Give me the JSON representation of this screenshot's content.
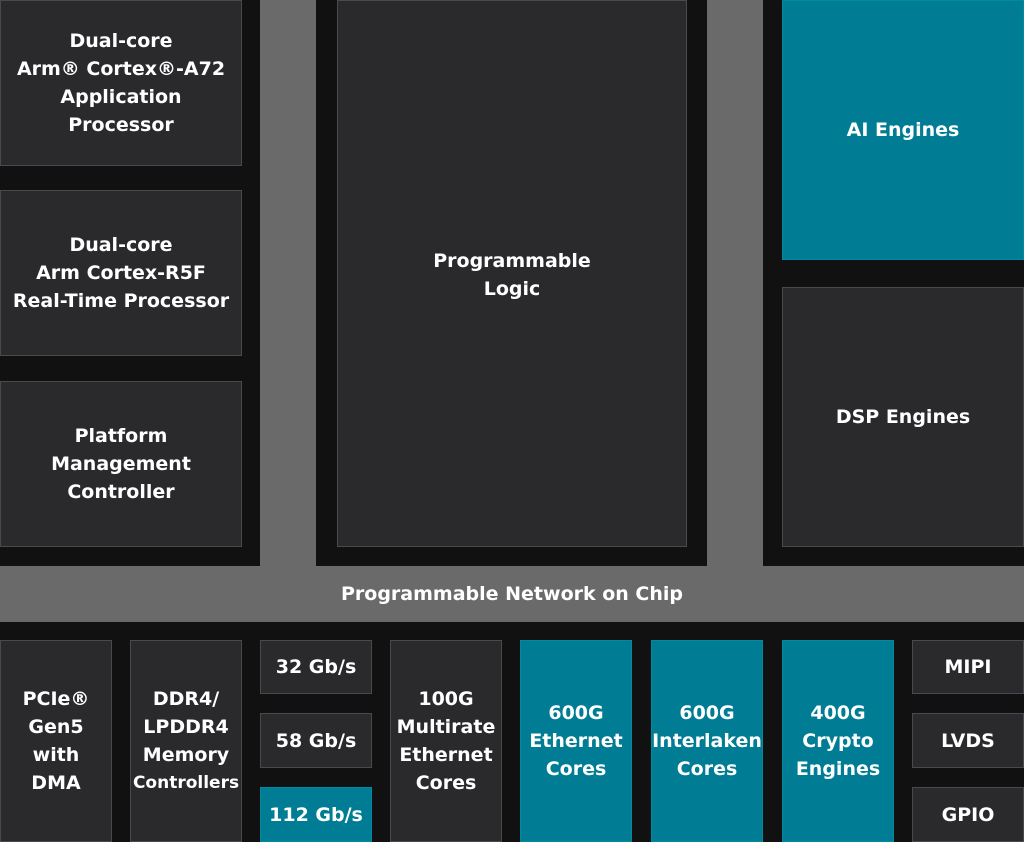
{
  "top": {
    "cortex_a72": "Dual-core\nArm® Cortex®-A72\nApplication Processor",
    "cortex_r5f": "Dual-core\nArm Cortex-R5F\nReal-Time Processor",
    "pmc": "Platform\nManagement\nController",
    "programmable_logic": "Programmable\nLogic",
    "ai_engines": "AI Engines",
    "dsp_engines": "DSP Engines"
  },
  "noc": {
    "label": "Programmable Network on Chip"
  },
  "bottom": {
    "pcie": "PCIe®\nGen5\nwith DMA",
    "ddr": "DDR4/\nLPDDR4\nMemory",
    "ddr_controllers": "Controllers",
    "serdes": [
      "32 Gb/s",
      "58 Gb/s",
      "112 Gb/s"
    ],
    "ethernet_100g": "100G\nMultirate\nEthernet\nCores",
    "ethernet_600g": "600G\nEthernet\nCores",
    "interlaken_600g": "600G\nInterlaken\nCores",
    "crypto_400g": "400G\nCrypto\nEngines",
    "io": [
      "MIPI",
      "LVDS",
      "GPIO"
    ]
  },
  "colors": {
    "dark_block": "#2a2a2d",
    "teal_block": "#007d94",
    "gray_fabric": "#6a6a6b",
    "background": "#111111"
  }
}
